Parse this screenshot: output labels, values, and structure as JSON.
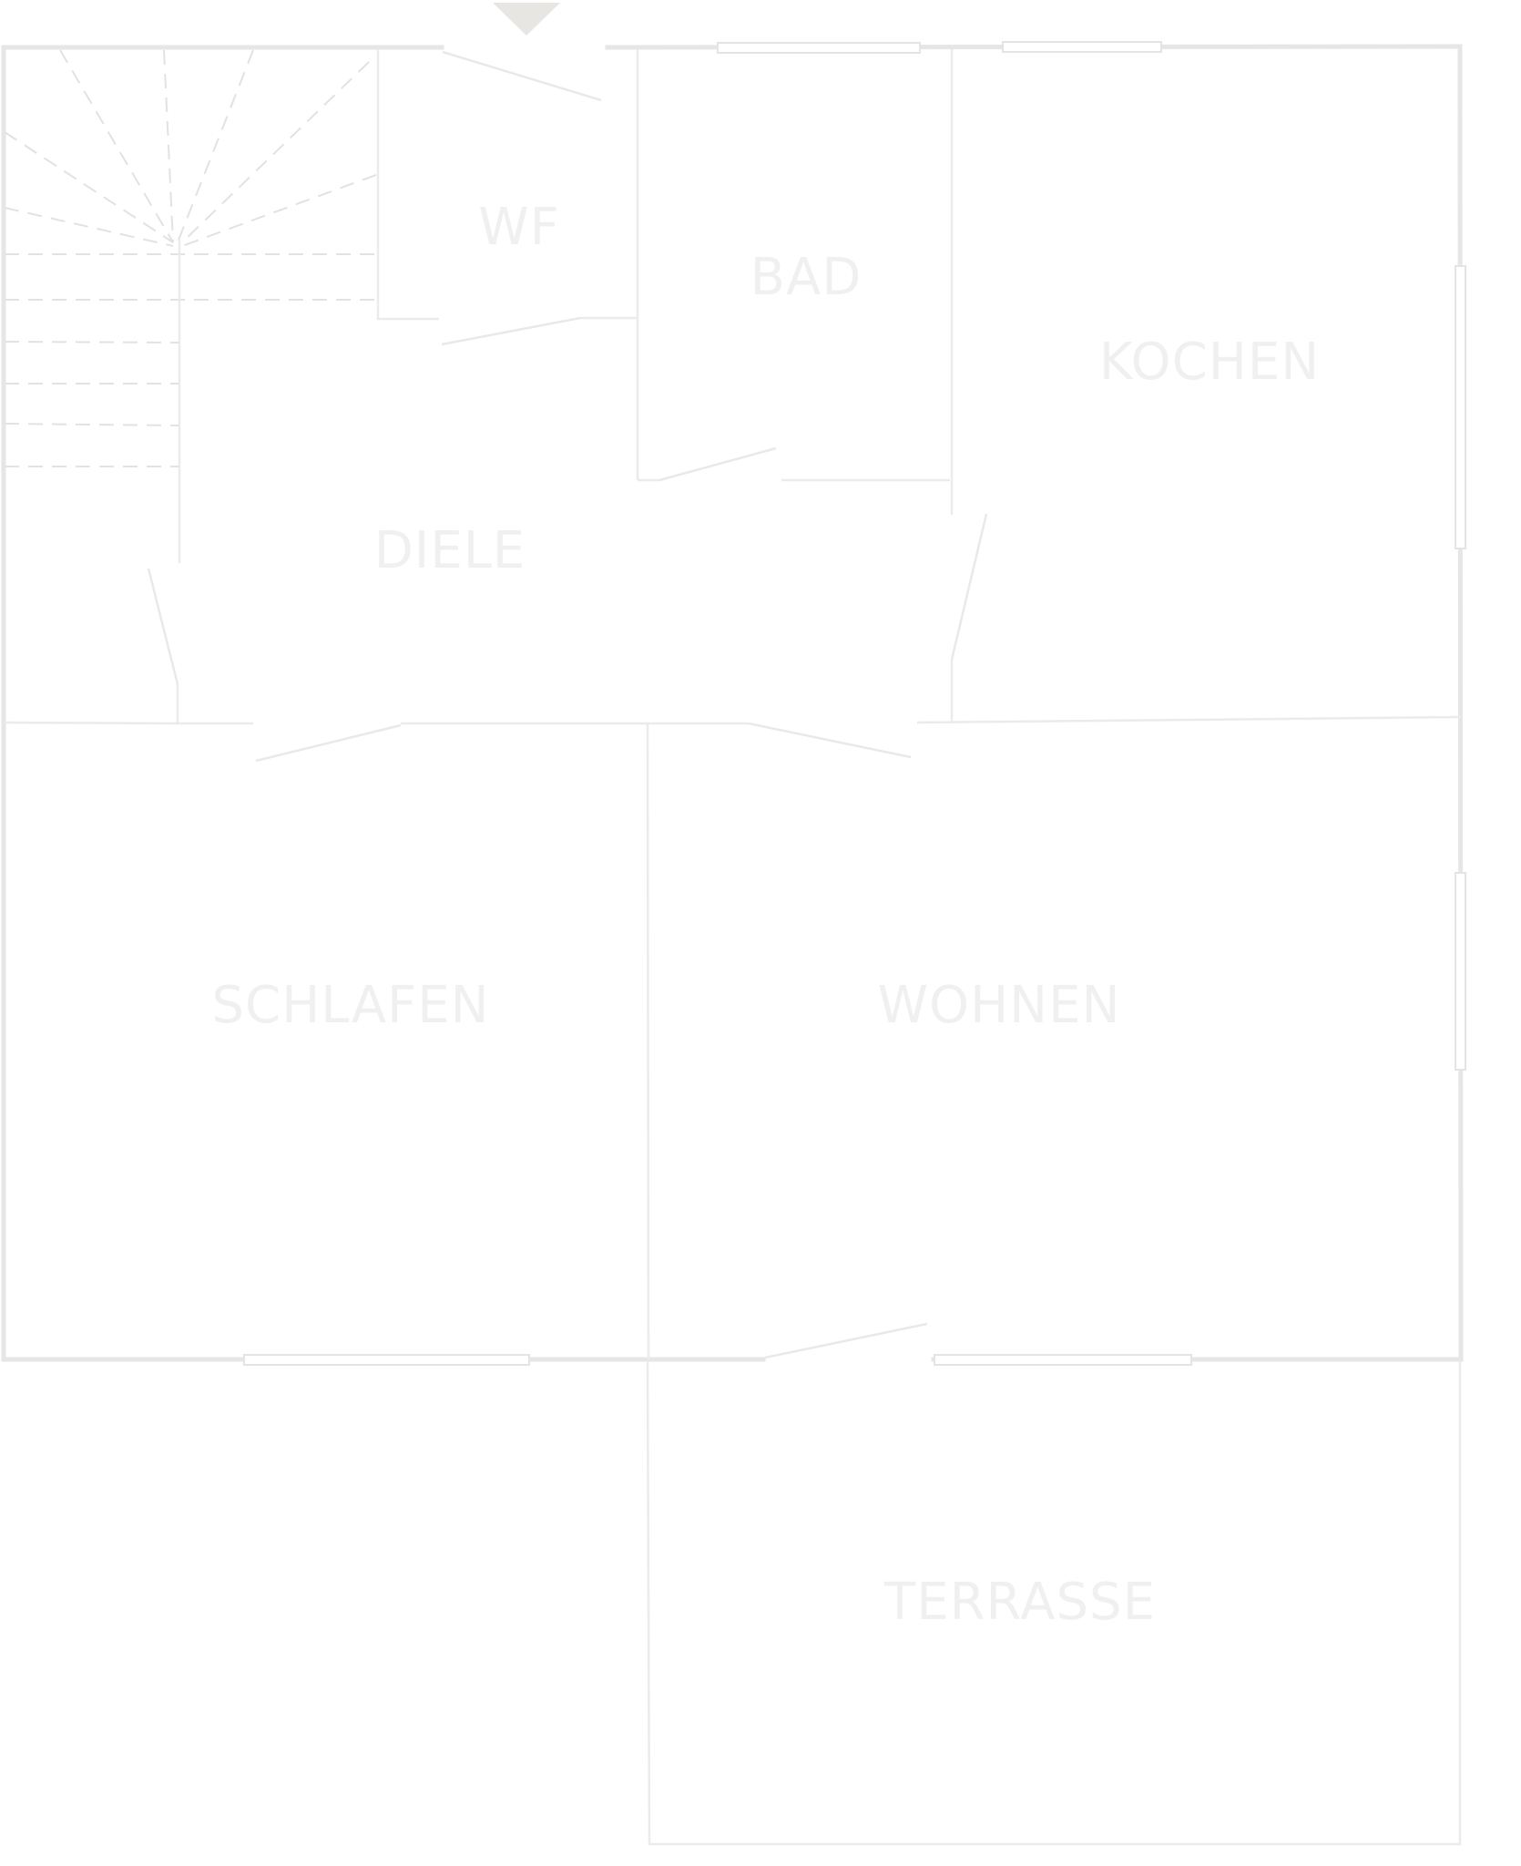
{
  "rooms": {
    "wf": "WF",
    "bad": "BAD",
    "kochen": "KOCHEN",
    "diele": "DIELE",
    "schlafen": "SCHLAFEN",
    "wohnen": "WOHNEN",
    "terrasse": "TERRASSE"
  },
  "colors": {
    "walls": "#e6e6e6",
    "labels": "#f0f0f0",
    "entrance_marker": "#e8e6e2",
    "background": "#ffffff"
  },
  "icons": {
    "entrance": "entrance-arrow-icon"
  }
}
